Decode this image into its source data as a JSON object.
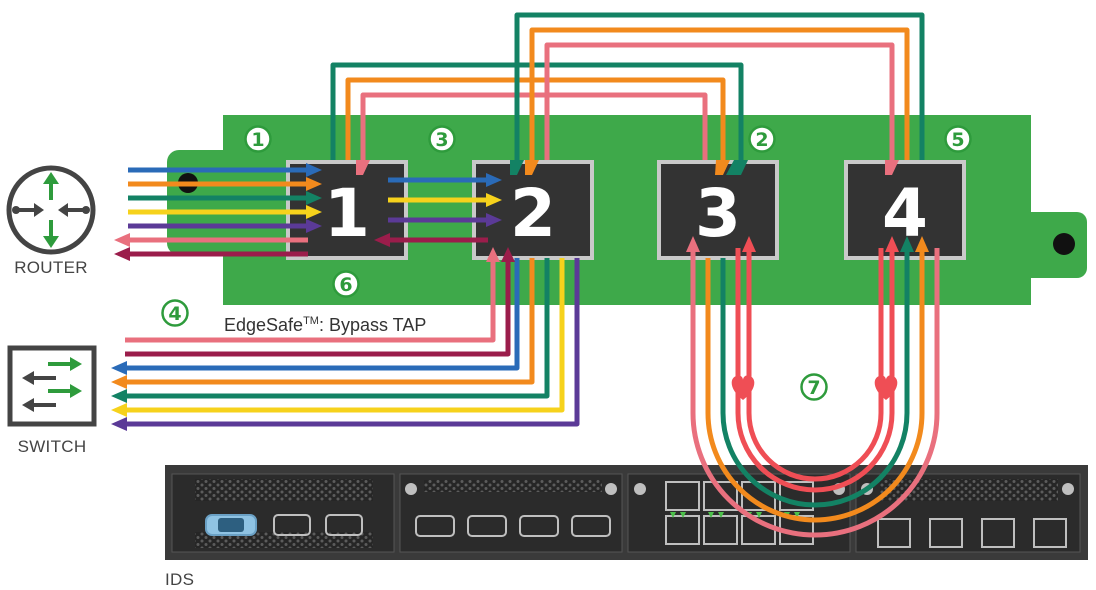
{
  "product": {
    "name": "EdgeSafe",
    "trademark": "TM",
    "suffix": ": Bypass TAP"
  },
  "devices": {
    "router": "ROUTER",
    "switch": "SWITCH",
    "ids": "IDS"
  },
  "ports": [
    "1",
    "2",
    "3",
    "4"
  ],
  "callouts": [
    "1",
    "2",
    "3",
    "4",
    "5",
    "6",
    "7"
  ],
  "colors": {
    "board": "#3ea94a",
    "port_bg": "#333333",
    "blue": "#2a6bb8",
    "orange": "#f28a1d",
    "teal": "#138264",
    "green": "#2e9b3c",
    "yellow": "#f6d21c",
    "purple": "#5b3a97",
    "pink": "#e9707e",
    "crimson": "#9b1d4b",
    "red": "#ef4e55",
    "ids_body": "#3a3a3a"
  },
  "icons": [
    "router-icon",
    "switch-icon",
    "heart-icon",
    "serial-port-icon",
    "rj45-port-icon",
    "sfp-port-icon"
  ]
}
